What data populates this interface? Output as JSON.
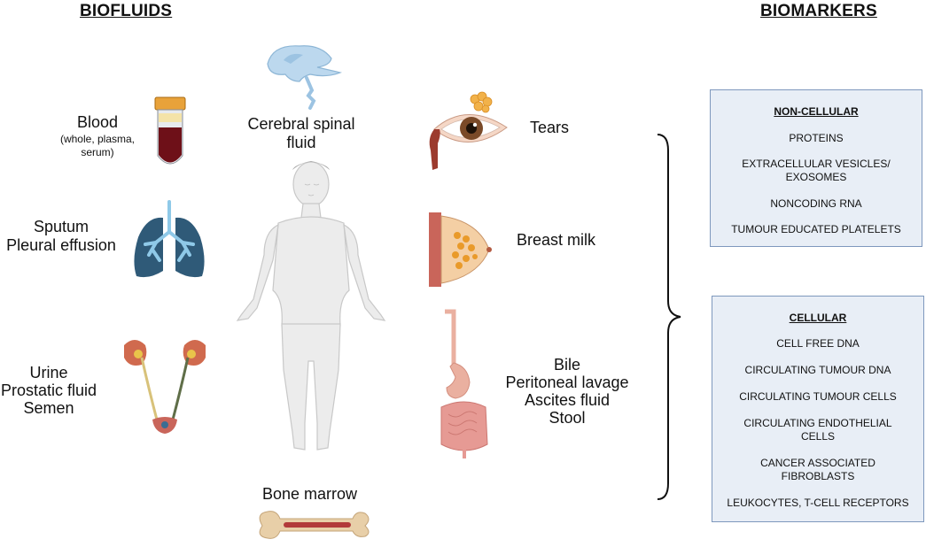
{
  "headers": {
    "biofluids": "BIOFLUIDS",
    "biomarkers": "BIOMARKERS"
  },
  "biofluids": {
    "blood": {
      "line1": "Blood",
      "sub1": "(whole, plasma,",
      "sub2": "serum)"
    },
    "csf": {
      "line1": "Cerebral spinal",
      "line2": "fluid"
    },
    "tears": "Tears",
    "sputum": {
      "line1": "Sputum",
      "line2": "Pleural effusion"
    },
    "breast_milk": "Breast milk",
    "urine": {
      "line1": "Urine",
      "line2": "Prostatic fluid",
      "line3": "Semen"
    },
    "gi": {
      "line1": "Bile",
      "line2": "Peritoneal lavage",
      "line3": "Ascites fluid",
      "line4": "Stool"
    },
    "bone_marrow": "Bone marrow"
  },
  "non_cellular": {
    "title": "NON-CELLULAR",
    "items": [
      "PROTEINS",
      "EXTRACELLULAR VESICLES/",
      "EXOSOMES",
      "NONCODING RNA",
      "TUMOUR EDUCATED PLATELETS"
    ]
  },
  "cellular": {
    "title": "CELLULAR",
    "items": [
      "CELL FREE DNA",
      "CIRCULATING TUMOUR DNA",
      "CIRCULATING TUMOUR CELLS",
      "CIRCULATING ENDOTHELIAL",
      "CELLS",
      "CANCER ASSOCIATED",
      "FIBROBLASTS",
      "LEUKOCYTES, T-CELL RECEPTORS"
    ]
  },
  "icons": {
    "blood_tube": "blood-tube-icon",
    "brain": "brain-ventricles-icon",
    "eye": "eye-tear-gland-icon",
    "lungs": "lungs-icon",
    "breast": "breast-icon",
    "kidneys": "urinary-tract-icon",
    "gi": "digestive-tract-icon",
    "bone": "bone-marrow-icon",
    "body": "human-body-icon"
  },
  "colors": {
    "box_fill": "#e8eef6",
    "box_border": "#7e98bd",
    "blood": "#6e1018",
    "lungs": "#2f5a78",
    "bone": "#e8cfa8",
    "marrow": "#b23a3a"
  }
}
